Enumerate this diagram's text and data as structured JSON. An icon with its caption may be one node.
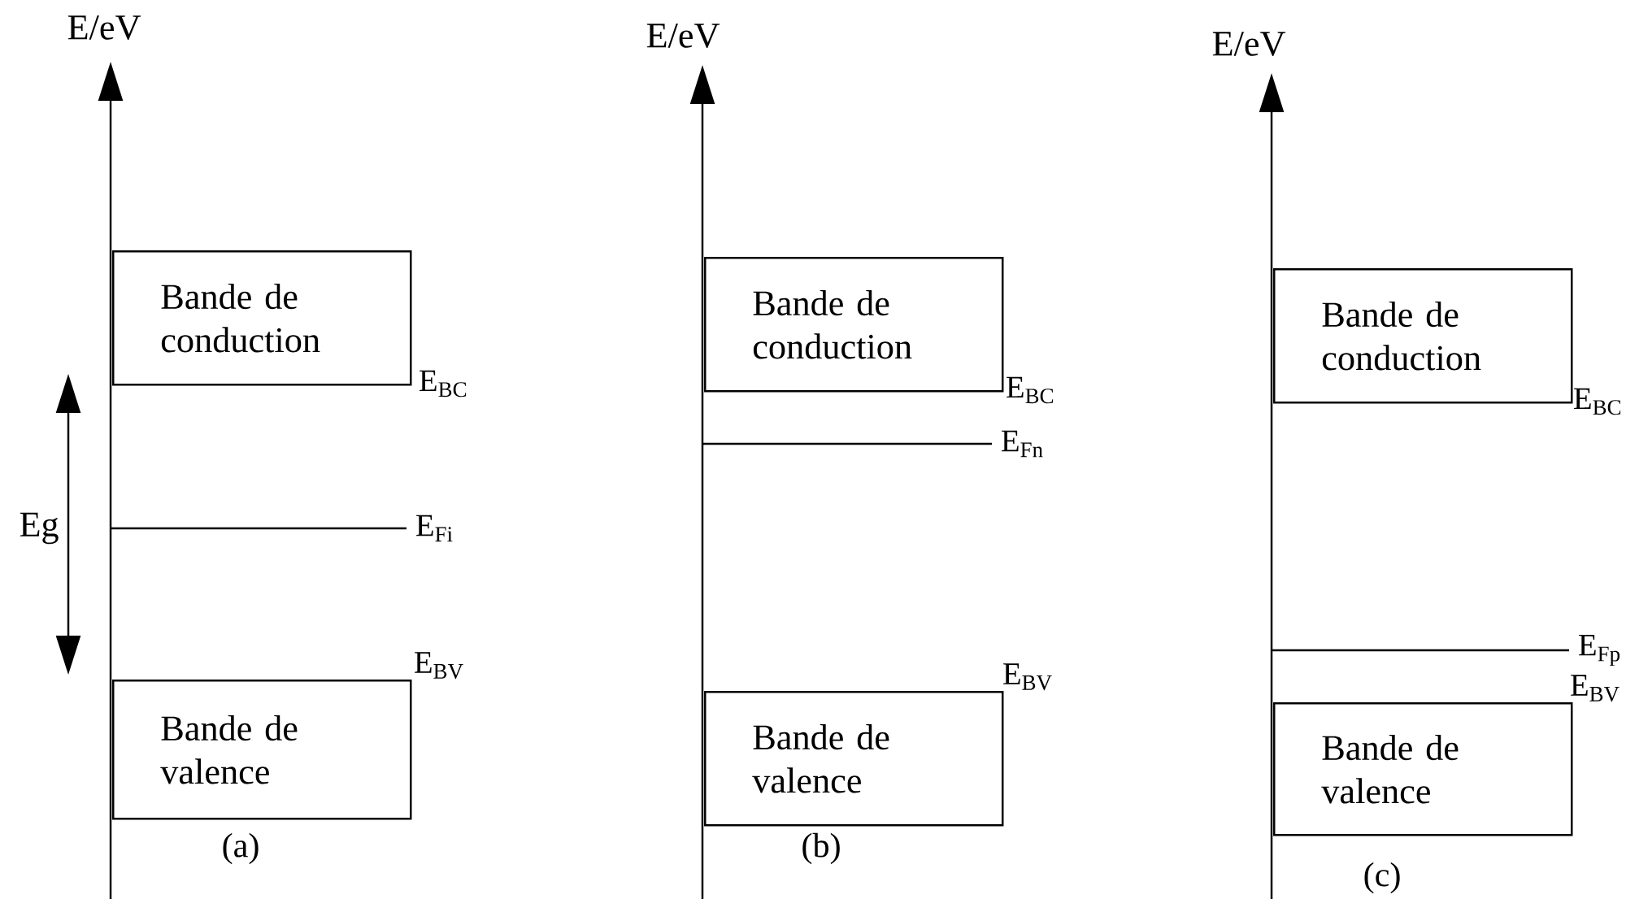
{
  "diagram": {
    "nodes": [
      {
        "text": [
          "Bande de conduction"
        ],
        "beside": [
          "E$_{BC}$"
        ]
      },
      {
        "text": [
          "Bande de valence"
        ],
        "beside": [
          "E$_{BV}$"
        ]
      },
      {
        "text": [
          "Bande de conduction"
        ],
        "beside": [
          "E$_{BC}$"
        ]
      },
      {
        "text": [
          "Bande de valence"
        ],
        "beside": [
          "E$_{BV}$"
        ]
      },
      {
        "text": [
          "Bande de conduction"
        ],
        "beside": [
          "E$_{BC}$"
        ]
      },
      {
        "text": [
          "Bande de valence"
        ],
        "beside": [
          "E$_{BV}$"
        ]
      }
    ],
    "labels": [
      "E/eV",
      "Eg",
      "E$_{Fi}$",
      "(a)",
      "E/eV",
      "E$_{Fn}$",
      "(b)",
      "E/eV",
      "E$_{Fp}$",
      "(c)"
    ]
  }
}
